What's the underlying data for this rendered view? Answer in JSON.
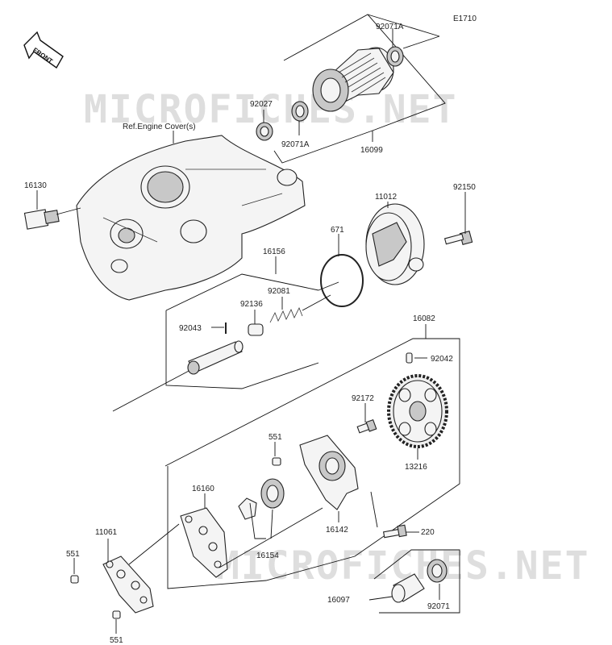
{
  "diagram": {
    "ref_code": "E1710",
    "front_label": "FRONT",
    "engine_cover_note": "Ref.Engine Cover(s)",
    "watermark": "MICROFICHES.NET",
    "parts": {
      "p92071A_top": "92071A",
      "p92071A_bottom": "92071A",
      "p92027": "92027",
      "p16099": "16099",
      "p16130": "16130",
      "p11012": "11012",
      "p92150": "92150",
      "p671": "671",
      "p16156": "16156",
      "p92081": "92081",
      "p92136": "92136",
      "p92043": "92043",
      "p16082": "16082",
      "p92042": "92042",
      "p92172": "92172",
      "p13216": "13216",
      "p551_mid": "551",
      "p16160": "16160",
      "p11061": "11061",
      "p551_left": "551",
      "p551_bottom": "551",
      "p16142": "16142",
      "p16154": "16154",
      "p220": "220",
      "p16097": "16097",
      "p92071": "92071"
    }
  }
}
